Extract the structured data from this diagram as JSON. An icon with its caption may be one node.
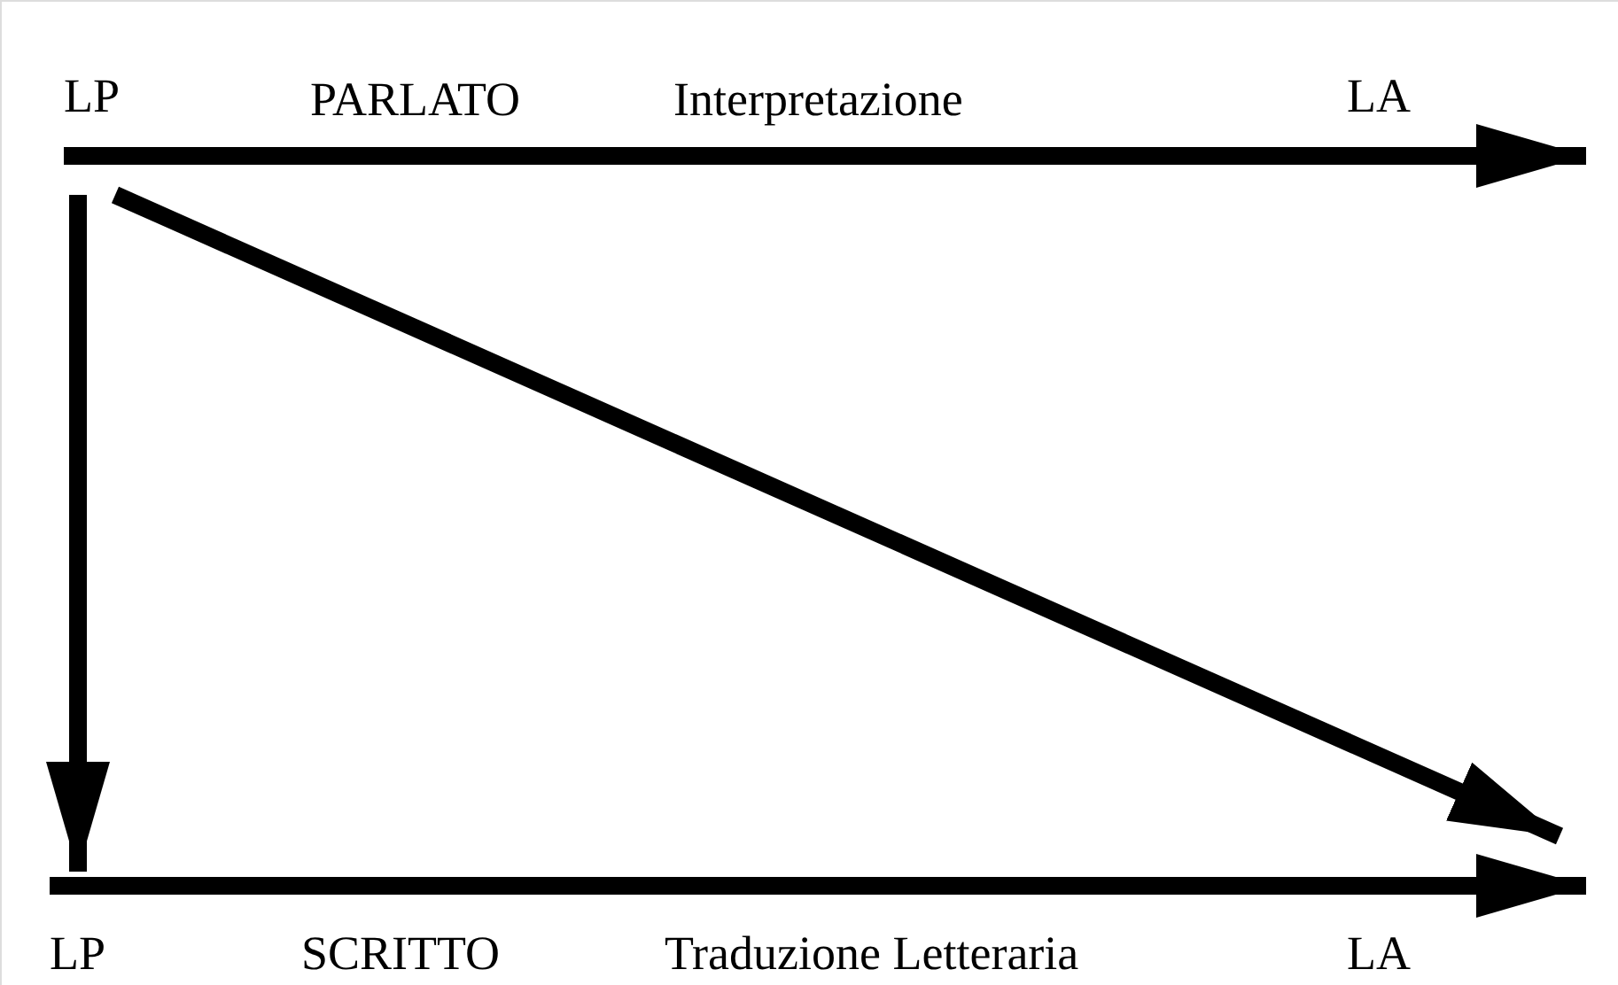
{
  "diagram": {
    "nodes": [
      {
        "text": [
          "LP"
        ]
      },
      {
        "text": [
          "LA"
        ]
      },
      {
        "text": [
          "LP"
        ]
      },
      {
        "text": [
          "LA"
        ]
      }
    ],
    "edges": [
      {
        "from": 0,
        "to": 1,
        "arrow": "to"
      },
      {
        "from": 0,
        "to": 2,
        "arrow": "to"
      },
      {
        "from": 0,
        "to": 3,
        "arrow": "to"
      },
      {
        "from": 2,
        "to": 3,
        "arrow": "to"
      }
    ],
    "labels": [
      "PARLATO",
      "Interpretazione",
      "SCRITTO",
      "Traduzione Letteraria"
    ]
  }
}
